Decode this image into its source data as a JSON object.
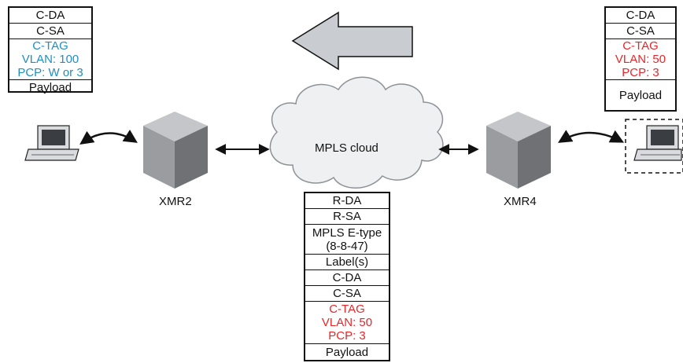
{
  "colors": {
    "blue": "#1f8fc0",
    "red": "#e8262a",
    "black": "#111111",
    "arrow_fill": "#c9cdd1",
    "cloud_fill": "#eef0f2",
    "cube_top": "#c4c6c9",
    "cube_left": "#9a9ca0",
    "cube_right": "#6f7175"
  },
  "icons": {
    "left_pc": "computer-icon",
    "right_pc": "computer-icon",
    "router": "cube-router-icon",
    "direction": "left-arrow-icon"
  },
  "frames": {
    "left": [
      {
        "lines": [
          "C-DA"
        ],
        "color": "black"
      },
      {
        "lines": [
          "C-SA"
        ],
        "color": "black"
      },
      {
        "lines": [
          "C-TAG",
          "VLAN: 100",
          "PCP: W or 3"
        ],
        "color": "blue"
      },
      {
        "lines": [
          "Payload"
        ],
        "color": "black"
      }
    ],
    "right": [
      {
        "lines": [
          "C-DA"
        ],
        "color": "black"
      },
      {
        "lines": [
          "C-SA"
        ],
        "color": "black"
      },
      {
        "lines": [
          "C-TAG",
          "VLAN: 50",
          "PCP: 3"
        ],
        "color": "red"
      },
      {
        "lines": [
          "Payload"
        ],
        "color": "black"
      }
    ],
    "center": [
      {
        "lines": [
          "R-DA"
        ],
        "color": "black"
      },
      {
        "lines": [
          "R-SA"
        ],
        "color": "black"
      },
      {
        "lines": [
          "MPLS E-type",
          "(8-8-47)"
        ],
        "color": "black"
      },
      {
        "lines": [
          "Label(s)"
        ],
        "color": "black"
      },
      {
        "lines": [
          "C-DA"
        ],
        "color": "black"
      },
      {
        "lines": [
          "C-SA"
        ],
        "color": "black"
      },
      {
        "lines": [
          "C-TAG",
          "VLAN: 50",
          "PCP: 3"
        ],
        "color": "red"
      },
      {
        "lines": [
          "Payload"
        ],
        "color": "black"
      }
    ]
  },
  "labels": {
    "cloud": "MPLS cloud",
    "router_left": "XMR2",
    "router_right": "XMR4"
  }
}
